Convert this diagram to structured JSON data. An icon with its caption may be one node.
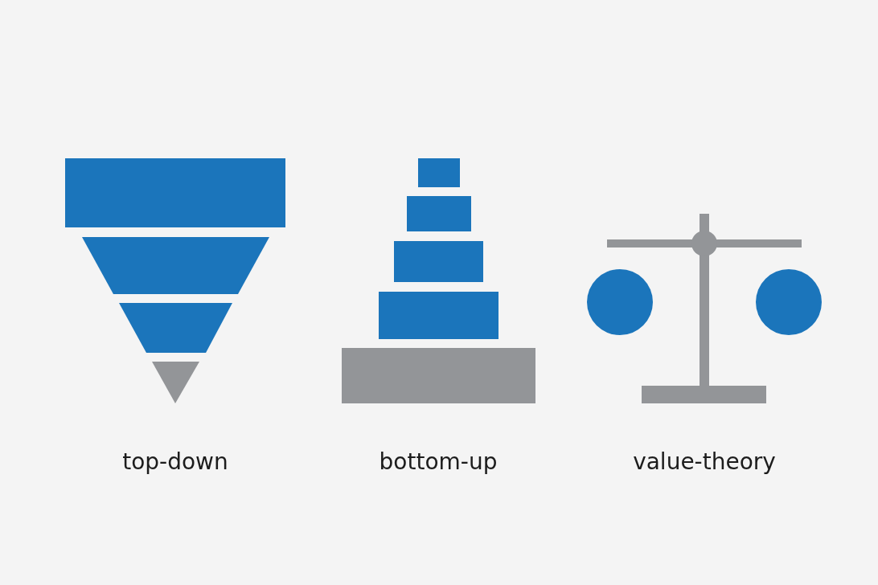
{
  "diagram": {
    "labels": [
      "top-down",
      "bottom-up",
      "value-theory"
    ]
  }
}
